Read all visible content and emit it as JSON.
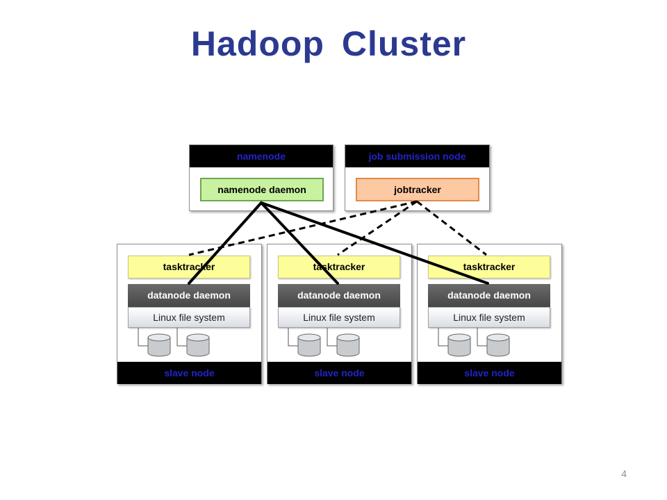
{
  "slide": {
    "title": "Hadoop Cluster",
    "page_number": "4"
  },
  "master_nodes": {
    "namenode": {
      "header": "namenode",
      "daemon": "namenode daemon"
    },
    "job_submission": {
      "header": "job submission node",
      "daemon": "jobtracker"
    }
  },
  "slave_nodes": [
    {
      "tasktracker": "tasktracker",
      "datanode": "datanode daemon",
      "filesystem": "Linux file system",
      "footer": "slave node"
    },
    {
      "tasktracker": "tasktracker",
      "datanode": "datanode daemon",
      "filesystem": "Linux file system",
      "footer": "slave node"
    },
    {
      "tasktracker": "tasktracker",
      "datanode": "datanode daemon",
      "filesystem": "Linux file system",
      "footer": "slave node"
    }
  ],
  "colors": {
    "title": "#2b3990",
    "bar_text": "#2323c8",
    "namenode_daemon_fill": "#c9f2a0",
    "jobtracker_fill": "#fcc9a2",
    "tasktracker_fill": "#fdfd9a",
    "datanode_fill": "#555555"
  },
  "icons": [
    "disk-icon"
  ]
}
